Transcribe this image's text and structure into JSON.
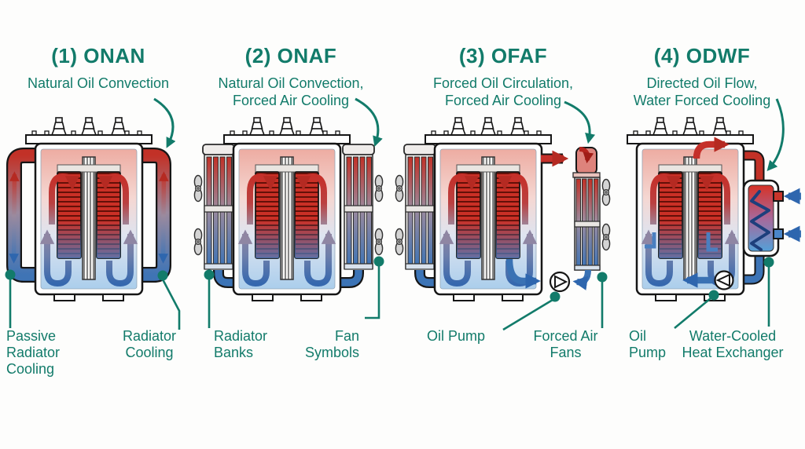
{
  "diagram": {
    "subject": "Transformer cooling methods",
    "colors": {
      "teal": "#127b6a",
      "hot_red": "#c5302a",
      "cool_blue": "#3a72b4"
    }
  },
  "panels": [
    {
      "title": "(1) ONAN",
      "subtitle": "Natural Oil Convection",
      "callouts": {
        "a": "Passive Radiator Cooling",
        "b": "Radiator Cooling"
      }
    },
    {
      "title": "(2) ONAF",
      "subtitle": "Natural Oil Convection, Forced Air Cooling",
      "callouts": {
        "a": "Radiator Banks",
        "b": "Fan Symbols"
      }
    },
    {
      "title": "(3) OFAF",
      "subtitle": "Forced Oil Circulation, Forced Air Cooling",
      "callouts": {
        "a": "Oil Pump",
        "b": "Forced Air Fans"
      }
    },
    {
      "title": "(4) ODWF",
      "subtitle": "Directed Oil Flow, Water Forced Cooling",
      "callouts": {
        "a": "Oil Pump",
        "b": "Water-Cooled Heat Exchanger"
      }
    }
  ]
}
